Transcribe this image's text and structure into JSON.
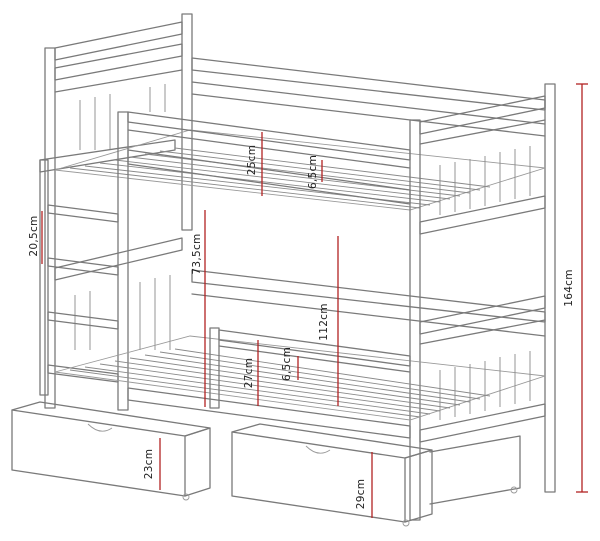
{
  "dimensions": {
    "total_height": "164cm",
    "clearance_between_beds": "112cm",
    "ladder_height": "73,5cm",
    "upper_rail_height": "25cm",
    "upper_mattress_zone": "6,5cm",
    "lower_rail_height": "27cm",
    "lower_mattress_zone": "6,5cm",
    "ladder_step_spacing": "20,5cm",
    "drawer_left_height": "23cm",
    "drawer_right_height": "29cm"
  },
  "colors": {
    "frame_stroke": "#7a7a7a",
    "dimension_line": "#b22222",
    "label_text": "#222222"
  }
}
